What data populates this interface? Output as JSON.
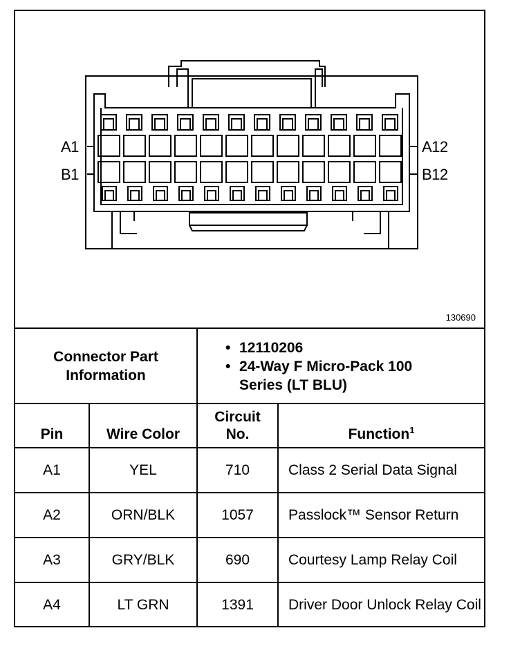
{
  "diagram": {
    "pin_labels": {
      "a1": "A1",
      "b1": "B1",
      "a12": "A12",
      "b12": "B12"
    },
    "drawing_number": "130690"
  },
  "connector_info": {
    "label": "Connector Part Information",
    "items": [
      "12110206",
      "24-Way F Micro-Pack 100 Series (LT BLU)"
    ]
  },
  "table": {
    "headers": {
      "pin": "Pin",
      "wire_color": "Wire Color",
      "circuit_no": "Circuit No.",
      "function": "Function",
      "function_note": "1"
    },
    "rows": [
      {
        "pin": "A1",
        "wire_color": "YEL",
        "circuit": "710",
        "function": "Class 2 Serial Data Signal"
      },
      {
        "pin": "A2",
        "wire_color": "ORN/BLK",
        "circuit": "1057",
        "function": "Passlock™ Sensor Return"
      },
      {
        "pin": "A3",
        "wire_color": "GRY/BLK",
        "circuit": "690",
        "function": "Courtesy Lamp Relay Coil"
      },
      {
        "pin": "A4",
        "wire_color": "LT GRN",
        "circuit": "1391",
        "function": "Driver Door Unlock Relay Coil"
      }
    ]
  }
}
